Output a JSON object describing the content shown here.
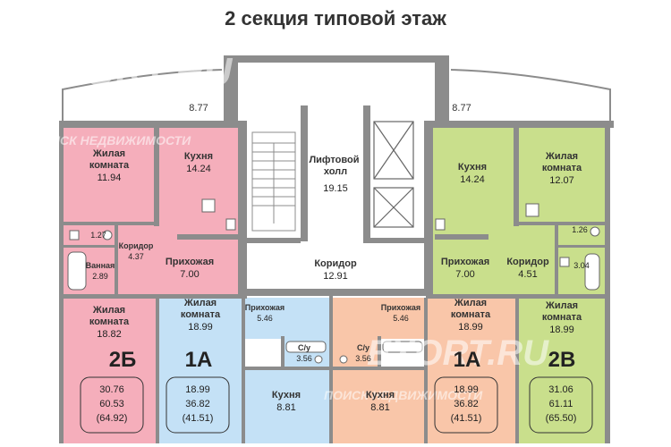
{
  "title": "2 секция типовой этаж",
  "watermarks": {
    "main": "EXORT.RU",
    "sub": "ПОИСК НЕДВИЖИМОСТИ",
    "main2": "EXORT.RU",
    "sub2": "ПОИСК НЕДВИЖИМОСТИ"
  },
  "balconies": {
    "left": "8.77",
    "right": "8.77"
  },
  "common": {
    "lift": {
      "name": "Лифтовой\nхолл",
      "area": "19.15"
    },
    "corridor": {
      "name": "Коридор",
      "area": "12.91"
    }
  },
  "apartments": [
    {
      "id": "2b",
      "code": "2Б",
      "color": "#f5aebb",
      "areas": [
        "30.76",
        "60.53",
        "(64.92)"
      ],
      "rooms": [
        {
          "key": "living1",
          "name": "Жилая\nкомната",
          "area": "11.94"
        },
        {
          "key": "kitchen",
          "name": "Кухня",
          "area": "14.24"
        },
        {
          "key": "wc",
          "name": "",
          "area": "1.27"
        },
        {
          "key": "corridor",
          "name": "Коридор",
          "area": "4.37"
        },
        {
          "key": "bath",
          "name": "Ванная",
          "area": "2.89"
        },
        {
          "key": "hall",
          "name": "Прихожая",
          "area": "7.00"
        },
        {
          "key": "living2",
          "name": "Жилая\nкомната",
          "area": "18.82"
        }
      ]
    },
    {
      "id": "1a-left",
      "code": "1А",
      "color": "#c4e1f6",
      "areas": [
        "18.99",
        "36.82",
        "(41.51)"
      ],
      "rooms": [
        {
          "key": "living",
          "name": "Жилая\nкомната",
          "area": "18.99"
        },
        {
          "key": "hall",
          "name": "Прихожая",
          "area": "5.46"
        },
        {
          "key": "wc",
          "name": "С/у",
          "area": "3.56"
        },
        {
          "key": "kitchen",
          "name": "Кухня",
          "area": "8.81"
        }
      ]
    },
    {
      "id": "1a-right",
      "code": "1А",
      "color": "#f9c6a9",
      "areas": [
        "18.99",
        "36.82",
        "(41.51)"
      ],
      "rooms": [
        {
          "key": "hall",
          "name": "Прихожая",
          "area": "5.46"
        },
        {
          "key": "wc",
          "name": "С/у",
          "area": "3.56"
        },
        {
          "key": "kitchen",
          "name": "Кухня",
          "area": "8.81"
        },
        {
          "key": "living",
          "name": "Жилая\nкомната",
          "area": "18.99"
        }
      ]
    },
    {
      "id": "2v",
      "code": "2В",
      "color": "#c9df8c",
      "areas": [
        "31.06",
        "61.11",
        "(65.50)"
      ],
      "rooms": [
        {
          "key": "kitchen",
          "name": "Кухня",
          "area": "14.24"
        },
        {
          "key": "living1",
          "name": "Жилая\nкомната",
          "area": "12.07"
        },
        {
          "key": "wc",
          "name": "",
          "area": "1.26"
        },
        {
          "key": "hall",
          "name": "Прихожая",
          "area": "7.00"
        },
        {
          "key": "corridor",
          "name": "Коридор",
          "area": "4.51"
        },
        {
          "key": "bath",
          "name": "",
          "area": "3.04"
        },
        {
          "key": "living2",
          "name": "Жилая\nкомната",
          "area": "18.99"
        }
      ]
    }
  ],
  "colors": {
    "wall": "#8c8c8c",
    "text": "#333333"
  }
}
